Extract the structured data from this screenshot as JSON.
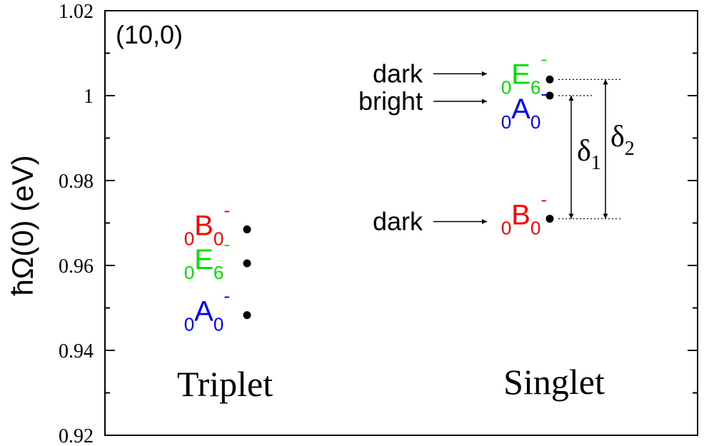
{
  "chart_data": {
    "type": "scatter",
    "panel_label": "(10,0)",
    "ylabel": "ħΩ(0) (eV)",
    "ylim": [
      0.92,
      1.02
    ],
    "y_ticks": [
      {
        "value": 0.92,
        "label": "0.92"
      },
      {
        "value": 0.94,
        "label": "0.94"
      },
      {
        "value": 0.96,
        "label": "0.96"
      },
      {
        "value": 0.98,
        "label": "0.98"
      },
      {
        "value": 1.0,
        "label": "1"
      },
      {
        "value": 1.02,
        "label": "1.02"
      }
    ],
    "y_minor_ticks": [
      0.93,
      0.95,
      0.97,
      0.99,
      1.01
    ],
    "groups": [
      {
        "label": "Triplet",
        "points": [
          {
            "y": 0.9685,
            "state": {
              "sub": "0",
              "letter": "B",
              "index": "0",
              "sup": "-",
              "color": "#ff0000"
            }
          },
          {
            "y": 0.9605,
            "state": {
              "sub": "0",
              "letter": "E",
              "index": "6",
              "sup": "-",
              "color": "#00e000"
            }
          },
          {
            "y": 0.9483,
            "state": {
              "sub": "0",
              "letter": "A",
              "index": "0",
              "sup": "-",
              "color": "#0000ff"
            }
          }
        ]
      },
      {
        "label": "Singlet",
        "points": [
          {
            "y": 1.0038,
            "note": "dark",
            "state": {
              "sub": "0",
              "letter": "E",
              "index": "6",
              "sup": "-",
              "color": "#00e000"
            }
          },
          {
            "y": 1.0,
            "note": "bright",
            "state": {
              "sub": "0",
              "letter": "A",
              "index": "0",
              "sup": "-",
              "color": "#0000ff"
            }
          },
          {
            "y": 0.971,
            "note": "dark",
            "state": {
              "sub": "0",
              "letter": "B",
              "index": "0",
              "sup": "-",
              "color": "#ff0000"
            }
          }
        ]
      }
    ],
    "gaps": [
      {
        "symbol": "δ",
        "sub": "1",
        "from": 0.971,
        "to": 1.0
      },
      {
        "symbol": "δ",
        "sub": "2",
        "from": 0.971,
        "to": 1.0038
      }
    ]
  }
}
